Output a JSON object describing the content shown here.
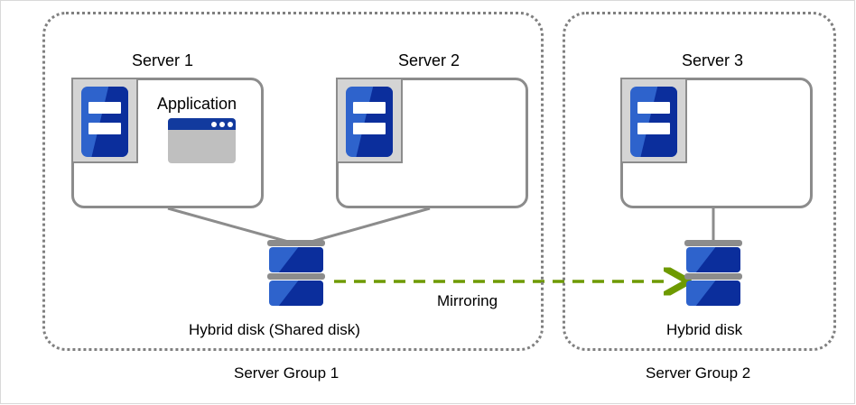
{
  "diagram": {
    "title_note": "Hybrid disk mirroring between two server groups",
    "colors": {
      "group_border": "#808080",
      "box_border": "#8c8c8c",
      "server_blue_light": "#2e63cc",
      "server_blue_dark": "#0b2e9c",
      "icon_plate_gray": "#d4d4d4",
      "app_window_body": "#bfbfbf",
      "app_window_titlebar": "#123a9e",
      "connector_gray": "#8c8c8c",
      "mirroring_green": "#6e9a00",
      "background": "#ffffff",
      "outer_frame": "#d9d9d9"
    },
    "groups": [
      {
        "id": "group-1",
        "label": "Server Group 1"
      },
      {
        "id": "group-2",
        "label": "Server Group 2"
      }
    ],
    "servers": [
      {
        "id": "server-1",
        "label": "Server 1",
        "has_application": true,
        "application_label": "Application"
      },
      {
        "id": "server-2",
        "label": "Server 2",
        "has_application": false
      },
      {
        "id": "server-3",
        "label": "Server 3",
        "has_application": false
      }
    ],
    "disks": [
      {
        "id": "disk-shared",
        "label": "Hybrid disk (Shared disk)",
        "segments": 2
      },
      {
        "id": "disk-mirror",
        "label": "Hybrid disk",
        "segments": 2
      }
    ],
    "connections": [
      {
        "from": "server-1",
        "to": "disk-shared",
        "style": "solid-gray"
      },
      {
        "from": "server-2",
        "to": "disk-shared",
        "style": "solid-gray"
      },
      {
        "from": "server-3",
        "to": "disk-mirror",
        "style": "solid-gray"
      },
      {
        "from": "disk-shared",
        "to": "disk-mirror",
        "style": "dashed-green-arrow",
        "label": "Mirroring"
      }
    ],
    "mirroring_label": "Mirroring",
    "icons": {
      "server": "server-icon",
      "application": "application-window-icon",
      "disk": "hybrid-disk-icon",
      "arrow": "arrow-right-icon"
    }
  }
}
